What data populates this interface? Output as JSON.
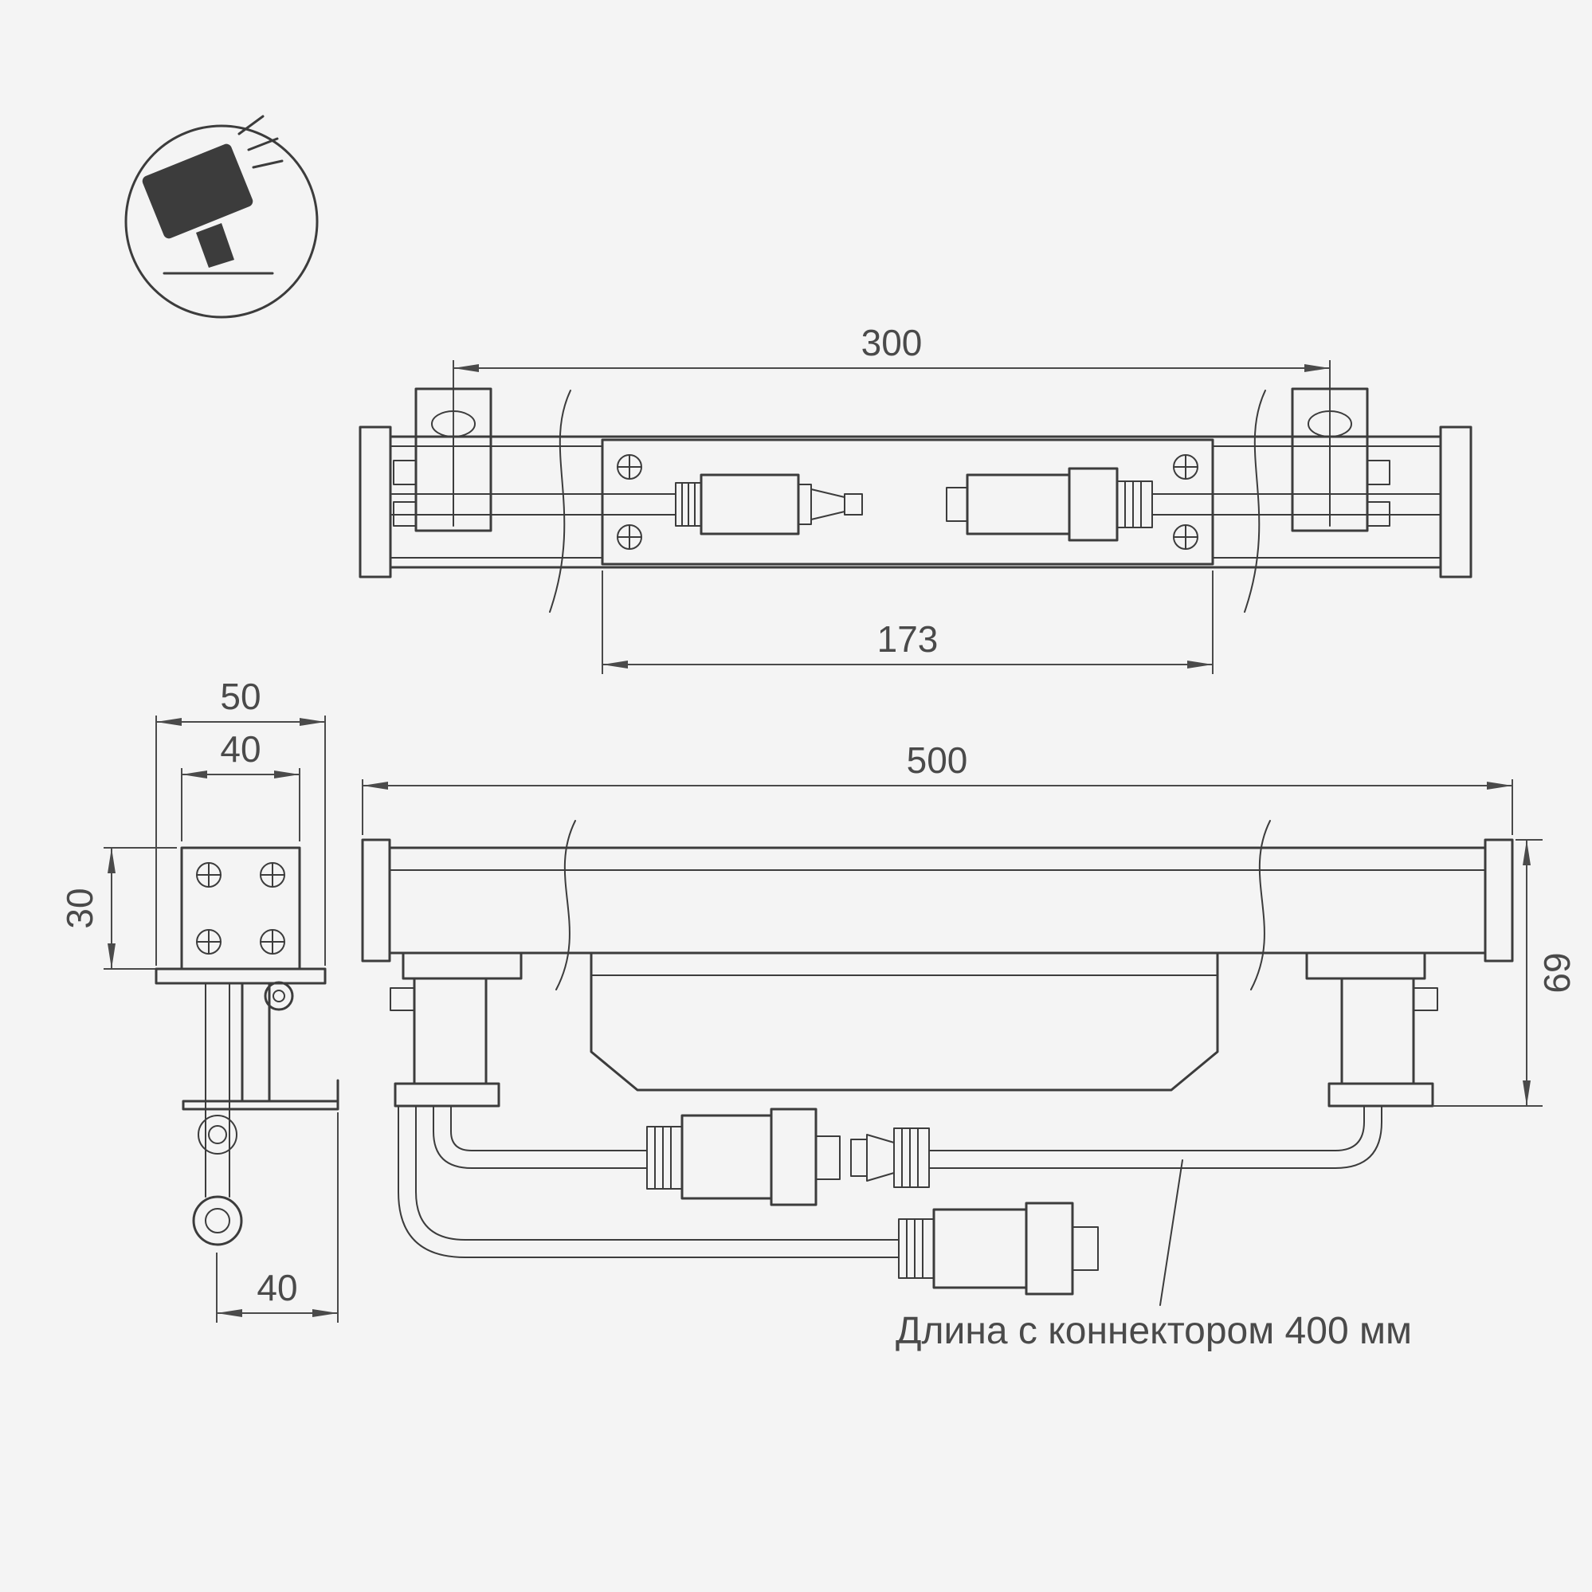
{
  "colors": {
    "background": "#f4f4f4",
    "line": "#3c3c3c",
    "dimension": "#4a4a4a"
  },
  "icon": {
    "label": "tilted-floodlight-pictogram"
  },
  "dimensions": {
    "top_view": {
      "mount_spacing": "300",
      "body_length": "173"
    },
    "side_view": {
      "overall_width": "50",
      "body_width": "40",
      "body_height": "30",
      "base_width": "40"
    },
    "front_view": {
      "overall_length": "500",
      "overall_height": "69"
    }
  },
  "annotation": {
    "connector_note": "Длина с коннектором 400 мм"
  }
}
